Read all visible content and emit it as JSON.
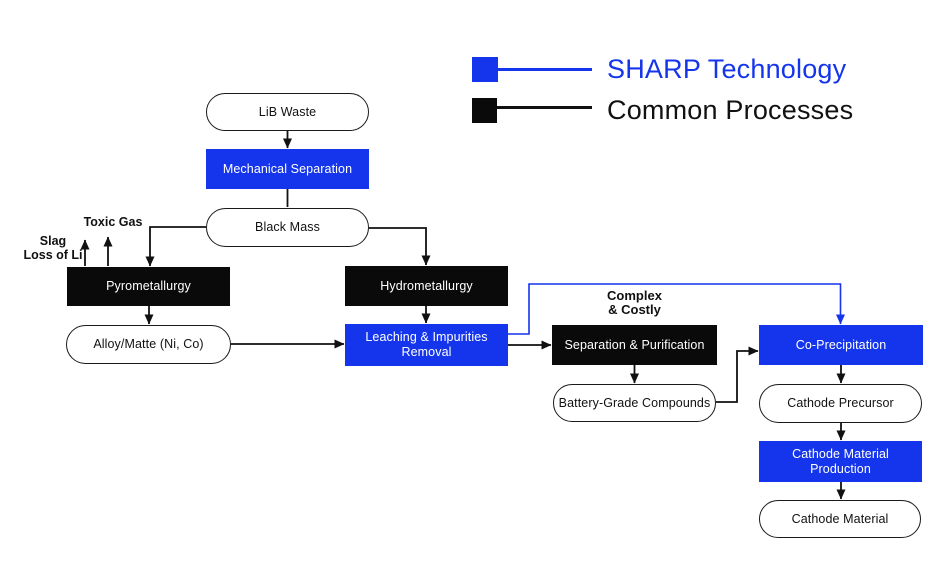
{
  "title": "LiB recycling process flow diagram",
  "colors": {
    "sharp_blue": "#1535ec",
    "common_black": "#0a0a0a"
  },
  "legend": {
    "items": [
      {
        "label": "SHARP Technology",
        "color": "#1535ec"
      },
      {
        "label": "Common Processes",
        "color": "#0a0a0a"
      }
    ]
  },
  "nodes": {
    "lib_waste": {
      "label": "LiB Waste",
      "type": "plain"
    },
    "mechanical_separation": {
      "label": "Mechanical Separation",
      "type": "sharp"
    },
    "black_mass": {
      "label": "Black Mass",
      "type": "plain"
    },
    "pyrometallurgy": {
      "label": "Pyrometallurgy",
      "type": "common"
    },
    "hydrometallurgy": {
      "label": "Hydrometallurgy",
      "type": "common"
    },
    "alloy_matte": {
      "label": "Alloy/Matte (Ni, Co)",
      "type": "plain"
    },
    "leaching_impurities_removal": {
      "label": "Leaching & Impurities\nRemoval",
      "type": "sharp"
    },
    "separation_purification": {
      "label": "Separation & Purification",
      "type": "common"
    },
    "battery_grade_compounds": {
      "label": "Battery-Grade Compounds",
      "type": "plain"
    },
    "co_precipitation": {
      "label": "Co-Precipitation",
      "type": "sharp"
    },
    "cathode_precursor": {
      "label": "Cathode Precursor",
      "type": "plain"
    },
    "cathode_material_production": {
      "label": "Cathode Material\nProduction",
      "type": "sharp"
    },
    "cathode_material": {
      "label": "Cathode Material",
      "type": "plain"
    }
  },
  "annotations": {
    "toxic_gas": "Toxic Gas",
    "slag_loss_of_li": "Slag\nLoss of Li",
    "complex_costly": "Complex\n& Costly"
  }
}
